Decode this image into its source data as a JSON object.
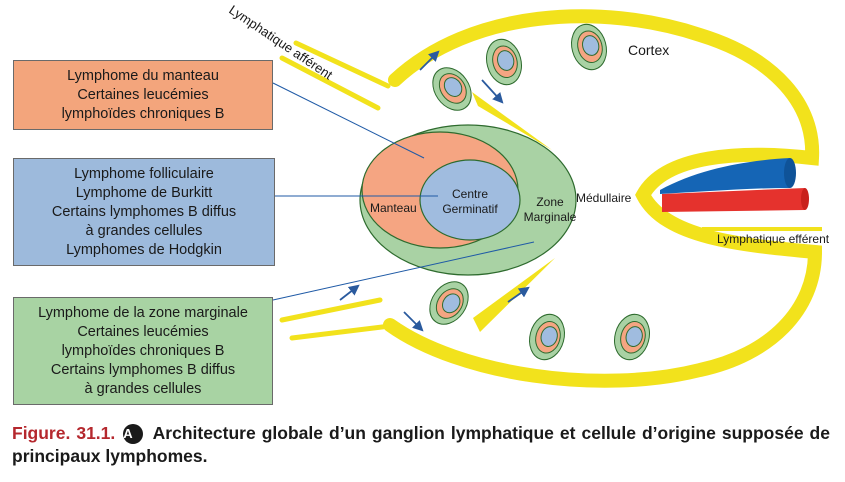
{
  "labels": {
    "cortex": "Cortex",
    "afferent": "Lymphatique afférent",
    "efferent": "Lymphatique efférent",
    "medullaire": "Médullaire",
    "manteau": "Manteau",
    "centre_line1": "Centre",
    "centre_line2": "Germinatif",
    "zone_line1": "Zone",
    "zone_line2": "Marginale"
  },
  "boxes": {
    "mantle": [
      "Lymphome du manteau",
      "Certaines leucémies",
      "lymphoïdes chroniques B"
    ],
    "germinal": [
      "Lymphome folliculaire",
      "Lymphome de Burkitt",
      "Certains lymphomes B diffus",
      "à grandes cellules",
      "Lymphomes de Hodgkin"
    ],
    "marginal": [
      "Lymphome de la zone marginale",
      "Certaines leucémies",
      "lymphoïdes chroniques B",
      "Certains lymphomes B diffus",
      "à grandes cellules"
    ]
  },
  "caption": {
    "figure": "Figure. 31.1.",
    "badge": "A",
    "text": "Architecture globale d’un ganglion lymphatique et cellule d’origine supposée de principaux lymphomes."
  },
  "colors": {
    "capsule": "#f2e21c",
    "mantle_box": "#f3a57c",
    "germinal_box": "#9dbadc",
    "marginal_box": "#a8d3a3",
    "follicle_green": "#a9d2a4",
    "mantle": "#f5a582",
    "germinal": "#a0bcdf",
    "vein": "#1565b5",
    "artery": "#e5322d",
    "arrow": "#2a5a9e"
  }
}
